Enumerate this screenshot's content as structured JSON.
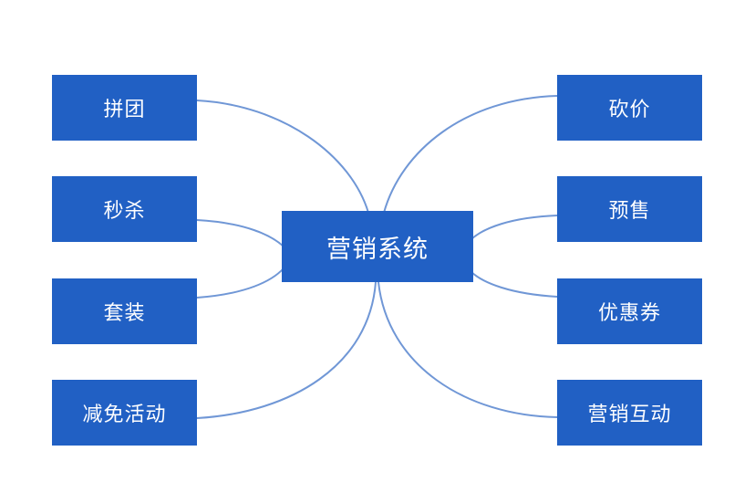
{
  "center": {
    "label": "营销系统"
  },
  "left_nodes": [
    {
      "label": "拼团"
    },
    {
      "label": "秒杀"
    },
    {
      "label": "套装"
    },
    {
      "label": "减免活动"
    }
  ],
  "right_nodes": [
    {
      "label": "砍价"
    },
    {
      "label": "预售"
    },
    {
      "label": "优惠券"
    },
    {
      "label": "营销互动"
    }
  ],
  "colors": {
    "node_fill": "#2160c4",
    "node_text": "#ffffff",
    "link": "#7097d6"
  }
}
